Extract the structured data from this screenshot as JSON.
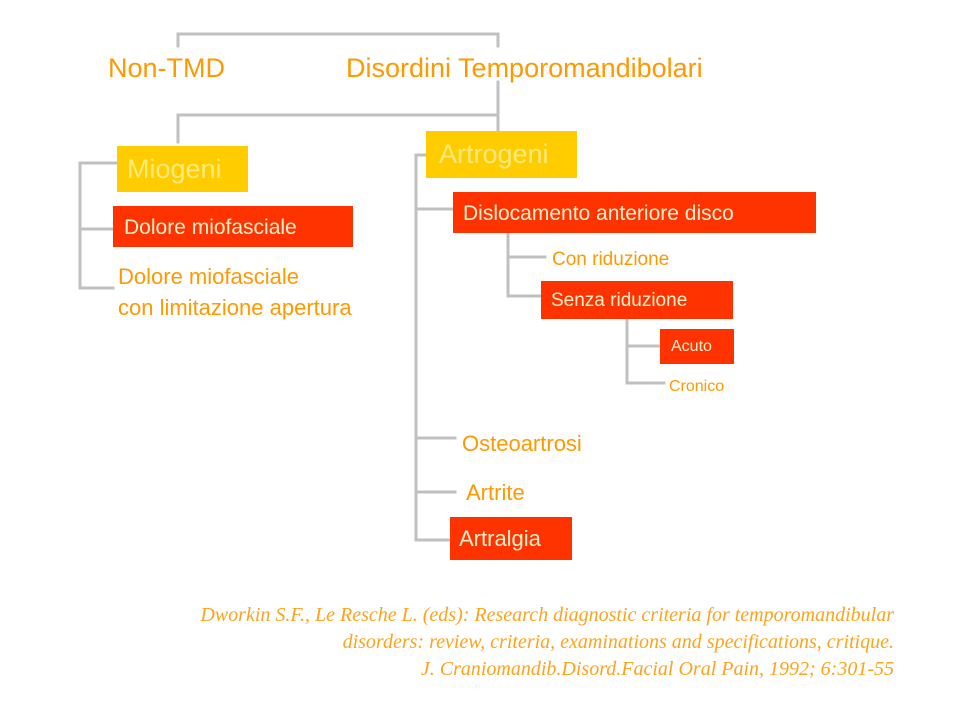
{
  "colors": {
    "text_orange": "#ff9900",
    "box_yellow": "#ffcc00",
    "box_yellow_text": "#ffea80",
    "box_red": "#ff3300",
    "box_red_text": "#fff0cc",
    "connector_gray": "#c0c0c0",
    "background": "#ffffff"
  },
  "diagram": {
    "top_level": {
      "non_tmd": "Non-TMD",
      "tmd": "Disordini Temporomandibolari"
    },
    "miogeni": {
      "label": "Miogeni",
      "children": {
        "dolore_miofasciale": "Dolore miofasciale",
        "dolore_limitazione_line1": "Dolore miofasciale",
        "dolore_limitazione_line2": "con limitazione apertura"
      }
    },
    "artrogeni": {
      "label": "Artrogeni",
      "dislocamento": {
        "label": "Dislocamento anteriore disco",
        "con_riduzione": "Con riduzione",
        "senza_riduzione": {
          "label": "Senza riduzione",
          "acuto": "Acuto",
          "cronico": "Cronico"
        }
      },
      "osteoartrosi": "Osteoartrosi",
      "artrite": "Artrite",
      "artralgia": "Artralgia"
    }
  },
  "reference": {
    "line1": "Dworkin S.F., Le Resche L. (eds): Research diagnostic criteria for temporomandibular",
    "line2": "disorders: review, criteria, examinations and specifications, critique.",
    "line3": "J. Craniomandib.Disord.Facial Oral Pain, 1992; 6:301-55"
  }
}
